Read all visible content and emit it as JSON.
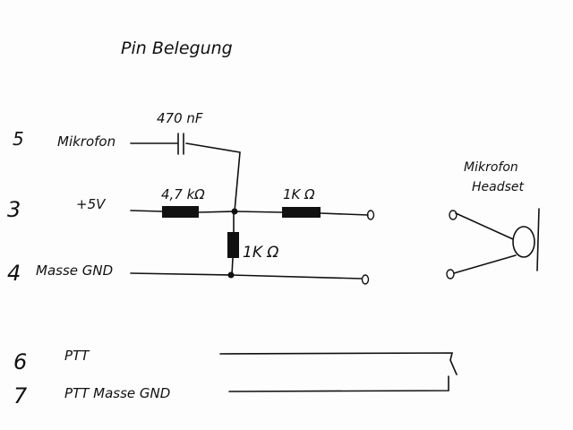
{
  "title": "Pin Belegung",
  "pins": [
    {
      "number": "5",
      "label": "Mikrofon"
    },
    {
      "number": "3",
      "label": "+5V"
    },
    {
      "number": "4",
      "label": "Masse GND"
    },
    {
      "number": "6",
      "label": "PTT"
    },
    {
      "number": "7",
      "label": "PTT Masse GND"
    }
  ],
  "components": {
    "capacitor": "470 nF",
    "resistor_series": "4,7 kΩ",
    "resistor_output": "1K Ω",
    "resistor_shunt": "1K Ω"
  },
  "headset": {
    "line1": "Mikrofon",
    "line2": "Headset"
  }
}
